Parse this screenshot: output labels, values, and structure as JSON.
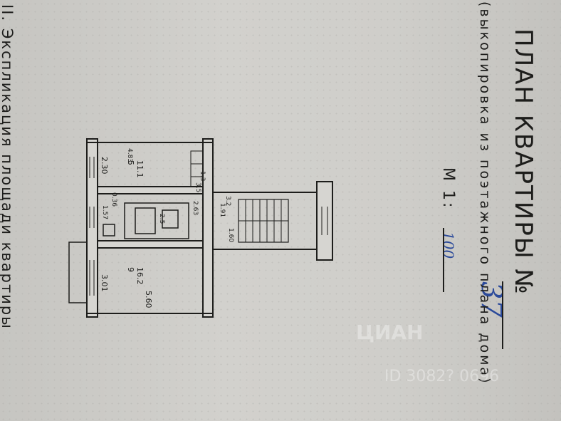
{
  "document": {
    "title": "ПЛАН КВАРТИРЫ №",
    "apartment_number": "37",
    "subtitle": "(выкопировка из поэтажного плана дома)",
    "scale_label": "М 1:",
    "scale_value": "100",
    "section_heading": "II. Экспликация площади квартиры"
  },
  "plan": {
    "room1": {
      "number": "5",
      "area": "11.1",
      "width": "2.30",
      "depth": "4.83"
    },
    "room2": {
      "number": "9",
      "area": "16.2",
      "width": "3.01",
      "depth": "5.60"
    },
    "labels": [
      "0.36",
      "2.63",
      "1.91",
      "1.60",
      "3.2",
      "1.3",
      "3.5",
      "1.57",
      "2.5"
    ]
  },
  "watermark": {
    "text": "ЦИАН",
    "id": "ID 3082? 0696"
  }
}
